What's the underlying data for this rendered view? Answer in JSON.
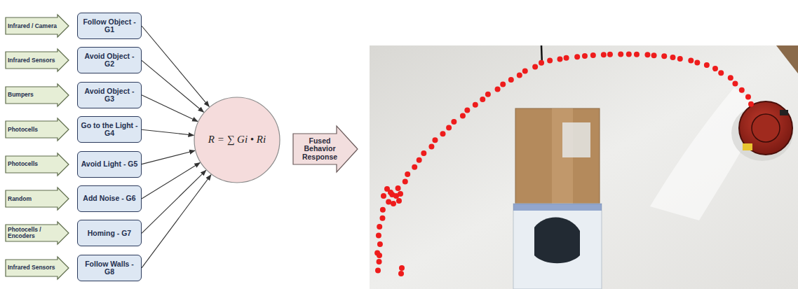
{
  "diagram": {
    "nodes": [
      {
        "text": [
          "Infrared / Camera"
        ]
      },
      {
        "text": [
          "Follow Object - G1"
        ]
      },
      {
        "text": [
          "Infrared Sensors"
        ]
      },
      {
        "text": [
          "Avoid Object - G2"
        ]
      },
      {
        "text": [
          "Bumpers"
        ]
      },
      {
        "text": [
          "Avoid Object - G3"
        ]
      },
      {
        "text": [
          "Photocells"
        ]
      },
      {
        "text": [
          "Go to the Light - G4"
        ]
      },
      {
        "text": [
          "Photocells"
        ]
      },
      {
        "text": [
          "Avoid Light - G5"
        ]
      },
      {
        "text": [
          "Random"
        ]
      },
      {
        "text": [
          "Add Noise - G6"
        ]
      },
      {
        "text": [
          "Photocells / Encoders"
        ]
      },
      {
        "text": [
          "Homing - G7"
        ]
      },
      {
        "text": [
          "Infrared Sensors"
        ]
      },
      {
        "text": [
          "Follow Walls - G8"
        ]
      },
      {
        "text": [
          "R = ∑ Gi • Ri"
        ]
      },
      {
        "text": [
          "Fused Behavior Response"
        ]
      }
    ],
    "edges": [
      {
        "from": 1,
        "to": 16,
        "arrow": "to"
      },
      {
        "from": 3,
        "to": 16,
        "arrow": "to"
      },
      {
        "from": 5,
        "to": 16,
        "arrow": "to"
      },
      {
        "from": 7,
        "to": 16,
        "arrow": "to"
      },
      {
        "from": 9,
        "to": 16,
        "arrow": "to"
      },
      {
        "from": 11,
        "to": 16,
        "arrow": "to"
      },
      {
        "from": 13,
        "to": 16,
        "arrow": "to"
      },
      {
        "from": 15,
        "to": 16,
        "arrow": "to"
      }
    ]
  }
}
